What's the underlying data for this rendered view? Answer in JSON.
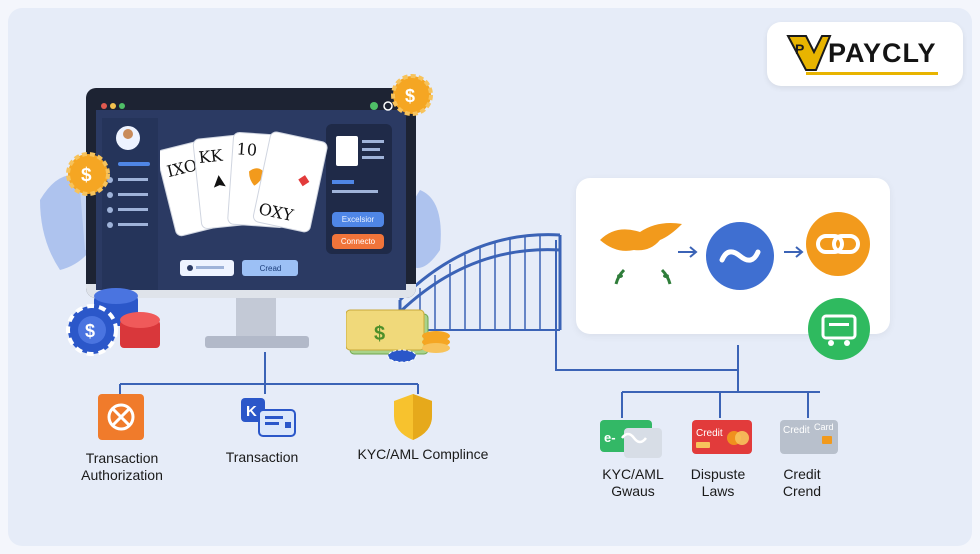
{
  "brand": {
    "name": "PAYCLY",
    "monogram": "P"
  },
  "left_items": [
    {
      "label_line1": "Transaction",
      "label_line2": "Authorization"
    },
    {
      "label_line1": "Transaction",
      "label_line2": ""
    },
    {
      "label_line1": "KYC/AML Complince",
      "label_line2": ""
    }
  ],
  "right_items": [
    {
      "label_line1": "KYC/AML",
      "label_line2": "Gwaus"
    },
    {
      "label_line1": "Dispuste",
      "label_line2": "Laws"
    },
    {
      "label_line1": "Credit",
      "label_line2": "Crend"
    }
  ],
  "cards_text": {
    "card1": "IXO",
    "card2": "KK",
    "card3": "10",
    "card4": "OXY"
  },
  "screen_buttons": {
    "side_primary": "Excelsior",
    "side_secondary": "Connecto",
    "bottom": "Cread"
  },
  "icon_text": {
    "ecard": "e-",
    "credit_card_1": "Credit",
    "credit_card_2_left": "Credit",
    "credit_card_2_right": "Card",
    "chip_symbol": "$"
  },
  "colors": {
    "accent_blue": "#3f6fd1",
    "accent_orange": "#f29a1c",
    "accent_green": "#2fba5f",
    "brand_gold": "#e8b400"
  }
}
